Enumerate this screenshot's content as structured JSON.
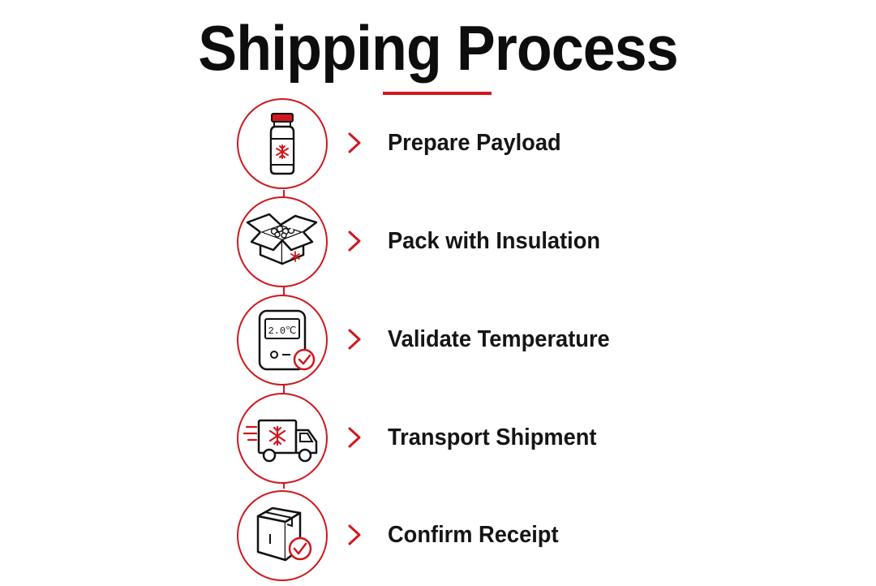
{
  "title": "Shipping Process",
  "colors": {
    "accent": "#d0181e",
    "text": "#151515",
    "background": "#ffffff"
  },
  "steps": [
    {
      "label": "Prepare Payload",
      "icon": "vial-snowflake-icon"
    },
    {
      "label": "Pack with Insulation",
      "icon": "open-box-insulation-icon"
    },
    {
      "label": "Validate Temperature",
      "icon": "temperature-logger-icon",
      "display_reading": "2.0℃"
    },
    {
      "label": "Transport Shipment",
      "icon": "refrigerated-truck-icon"
    },
    {
      "label": "Confirm Receipt",
      "icon": "box-check-icon"
    }
  ]
}
